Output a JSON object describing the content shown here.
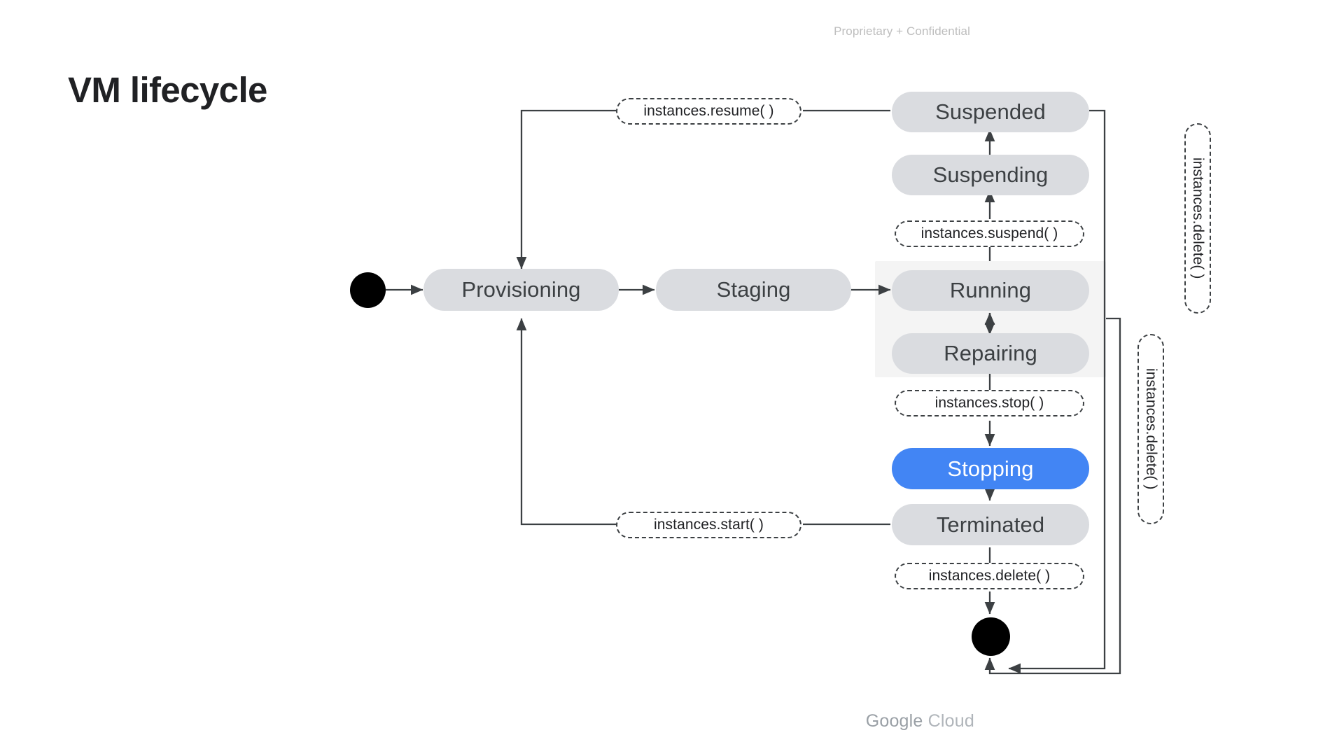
{
  "slide": {
    "title": "VM lifecycle",
    "confidential_notice": "Proprietary + Confidential",
    "footer_logo_bold": "Google",
    "footer_logo_light": " Cloud",
    "background_color": "#ffffff"
  },
  "colors": {
    "state_fill": "#dadce0",
    "state_text": "#3c4043",
    "accent_fill": "#4285f4",
    "accent_text": "#ffffff",
    "group_fill": "#f4f4f4",
    "connector": "#3c4043",
    "terminal_fill": "#000000",
    "title_text": "#202124",
    "muted_text": "#bdbdbd"
  },
  "diagram": {
    "type": "state-machine",
    "terminals": [
      {
        "name": "start-node",
        "label": "start"
      },
      {
        "name": "end-node",
        "label": "end"
      }
    ],
    "states": [
      {
        "id": "provisioning",
        "label": "Provisioning",
        "accent": false
      },
      {
        "id": "staging",
        "label": "Staging",
        "accent": false
      },
      {
        "id": "running",
        "label": "Running",
        "accent": false
      },
      {
        "id": "repairing",
        "label": "Repairing",
        "accent": false
      },
      {
        "id": "suspending",
        "label": "Suspending",
        "accent": false
      },
      {
        "id": "suspended",
        "label": "Suspended",
        "accent": false
      },
      {
        "id": "stopping",
        "label": "Stopping",
        "accent": true
      },
      {
        "id": "terminated",
        "label": "Terminated",
        "accent": false
      }
    ],
    "transition_labels": [
      {
        "id": "resume",
        "text": "instances.resume( )",
        "orientation": "horizontal"
      },
      {
        "id": "suspend",
        "text": "instances.suspend( )",
        "orientation": "horizontal"
      },
      {
        "id": "stop",
        "text": "instances.stop( )",
        "orientation": "horizontal"
      },
      {
        "id": "start",
        "text": "instances.start( )",
        "orientation": "horizontal"
      },
      {
        "id": "delete-bottom",
        "text": "instances.delete( )",
        "orientation": "horizontal"
      },
      {
        "id": "delete-right-1",
        "text": "instances.delete( )",
        "orientation": "vertical"
      },
      {
        "id": "delete-right-2",
        "text": "instances.delete( )",
        "orientation": "vertical"
      }
    ],
    "transitions": [
      {
        "from": "start-node",
        "to": "provisioning",
        "label": ""
      },
      {
        "from": "provisioning",
        "to": "staging",
        "label": ""
      },
      {
        "from": "staging",
        "to": "running",
        "label": ""
      },
      {
        "from": "running",
        "to": "repairing",
        "label": "",
        "bidirectional": true
      },
      {
        "from": "running",
        "to": "suspending",
        "label": "instances.suspend( )"
      },
      {
        "from": "suspending",
        "to": "suspended",
        "label": ""
      },
      {
        "from": "suspended",
        "to": "provisioning",
        "label": "instances.resume( )"
      },
      {
        "from": "repairing",
        "to": "stopping",
        "label": "instances.stop( )"
      },
      {
        "from": "stopping",
        "to": "terminated",
        "label": ""
      },
      {
        "from": "terminated",
        "to": "provisioning",
        "label": "instances.start( )"
      },
      {
        "from": "terminated",
        "to": "end-node",
        "label": "instances.delete( )"
      },
      {
        "from": "suspended",
        "to": "end-node",
        "label": "instances.delete( )"
      },
      {
        "from": "running",
        "to": "end-node",
        "label": "instances.delete( )"
      }
    ]
  }
}
